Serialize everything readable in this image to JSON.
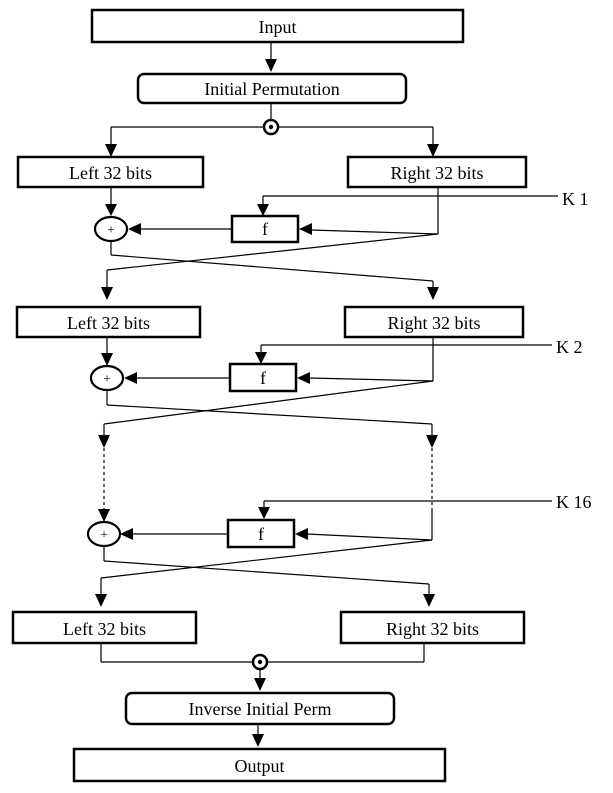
{
  "nodes": {
    "input": "Input",
    "initial_permutation": "Initial Permutation",
    "left_1": "Left 32 bits",
    "right_1": "Right 32 bits",
    "left_2": "Left 32 bits",
    "right_2": "Right 32 bits",
    "left_final": "Left 32 bits",
    "right_final": "Right 32 bits",
    "inverse_initial_perm": "Inverse Initial Perm",
    "output": "Output"
  },
  "functions": {
    "f1": "f",
    "f2": "f",
    "f16": "f"
  },
  "keys": {
    "k1": "K 1",
    "k2": "K 2",
    "k16": "K 16"
  },
  "xor_symbol": "+"
}
